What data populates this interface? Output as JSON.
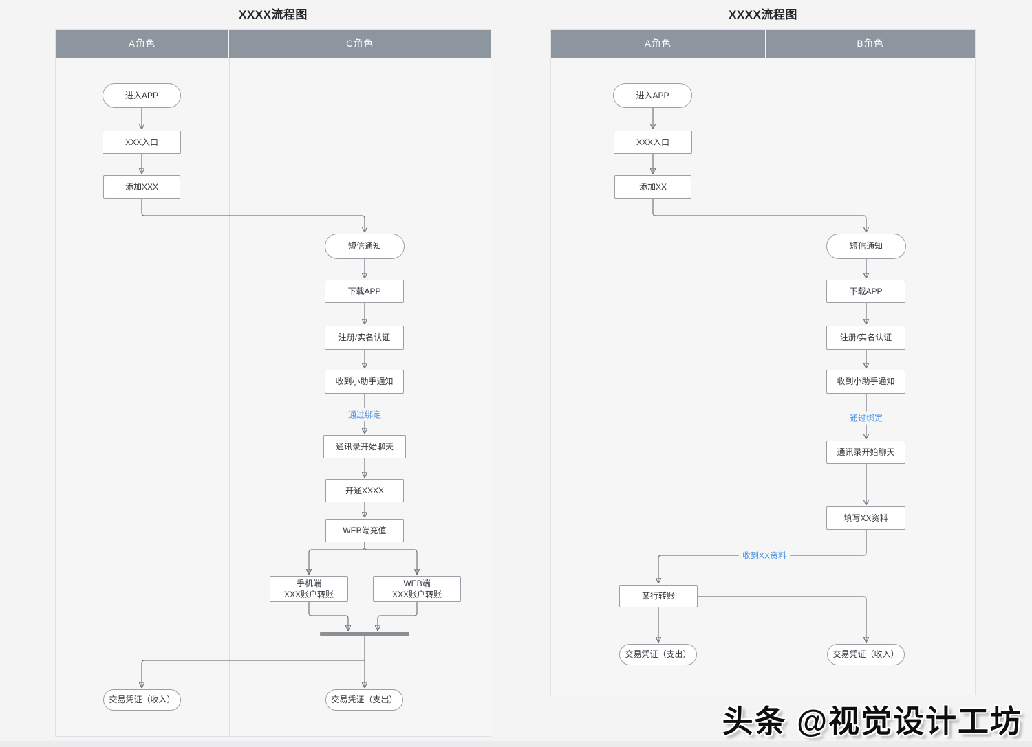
{
  "page": {
    "watermark": "头条 @视觉设计工坊"
  },
  "colors": {
    "lane_header": "#8d969e",
    "panel_bg": "#f6f6f7",
    "edge_label_blue": "#4b93e1",
    "connector": "#72777d",
    "node_border": "#9aa0a6"
  },
  "left_chart": {
    "title": "XXXX流程图",
    "lanes": [
      "A角色",
      "C角色"
    ],
    "nodes": {
      "enter_app": "进入APP",
      "xxx_entry": "XXX入口",
      "add_xxx": "添加XXX",
      "sms_notice": "短信通知",
      "download_app": "下载APP",
      "register": "注册/实名认证",
      "assistant_notice": "收到小助手通知",
      "bind_label": "通过绑定",
      "contacts_chat": "通讯录开始聊天",
      "open_xxxx": "开通XXXX",
      "web_recharge": "WEB端充值",
      "mobile_transfer": [
        "手机端",
        "XXX账户转账"
      ],
      "web_transfer": [
        "WEB端",
        "XXX账户转账"
      ],
      "voucher_income": "交易凭证（收入）",
      "voucher_expense": "交易凭证（支出）"
    }
  },
  "right_chart": {
    "title": "XXXX流程图",
    "lanes": [
      "A角色",
      "B角色"
    ],
    "nodes": {
      "enter_app": "进入APP",
      "xxx_entry": "XXX入口",
      "add_xx": "添加XX",
      "sms_notice": "短信通知",
      "download_app": "下载APP",
      "register": "注册/实名认证",
      "assistant_notice": "收到小助手通知",
      "bind_label": "通过绑定",
      "contacts_chat": "通讯录开始聊天",
      "fill_info": "填写XX资料",
      "receive_info_label": "收到XX资料",
      "bank_transfer": "某行转账",
      "voucher_expense": "交易凭证（支出）",
      "voucher_income": "交易凭证（收入）"
    }
  }
}
